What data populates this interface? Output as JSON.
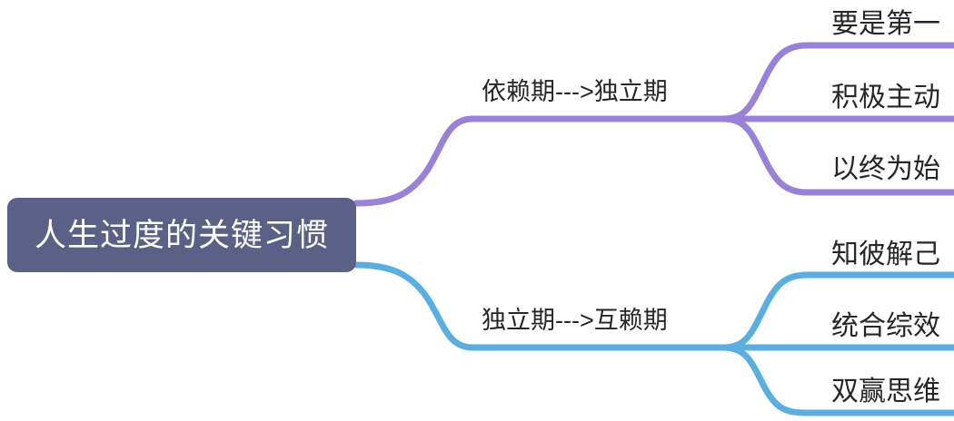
{
  "diagram": {
    "type": "mind-map",
    "title": "人生过度的关键习惯",
    "orientation": "left-to-right",
    "background_color": "#ffffff",
    "root": {
      "label": "人生过度的关键习惯",
      "fill_color": "#5b6186",
      "text_color": "#ffffff"
    },
    "branches": [
      {
        "label": "依赖期--->独立期",
        "color": "#9a81d8",
        "children": [
          {
            "label": "要是第一"
          },
          {
            "label": "积极主动"
          },
          {
            "label": "以终为始"
          }
        ]
      },
      {
        "label": "独立期--->互赖期",
        "color": "#5aaee0",
        "children": [
          {
            "label": "知彼解己"
          },
          {
            "label": "统合综效"
          },
          {
            "label": "双赢思维"
          }
        ]
      }
    ]
  }
}
